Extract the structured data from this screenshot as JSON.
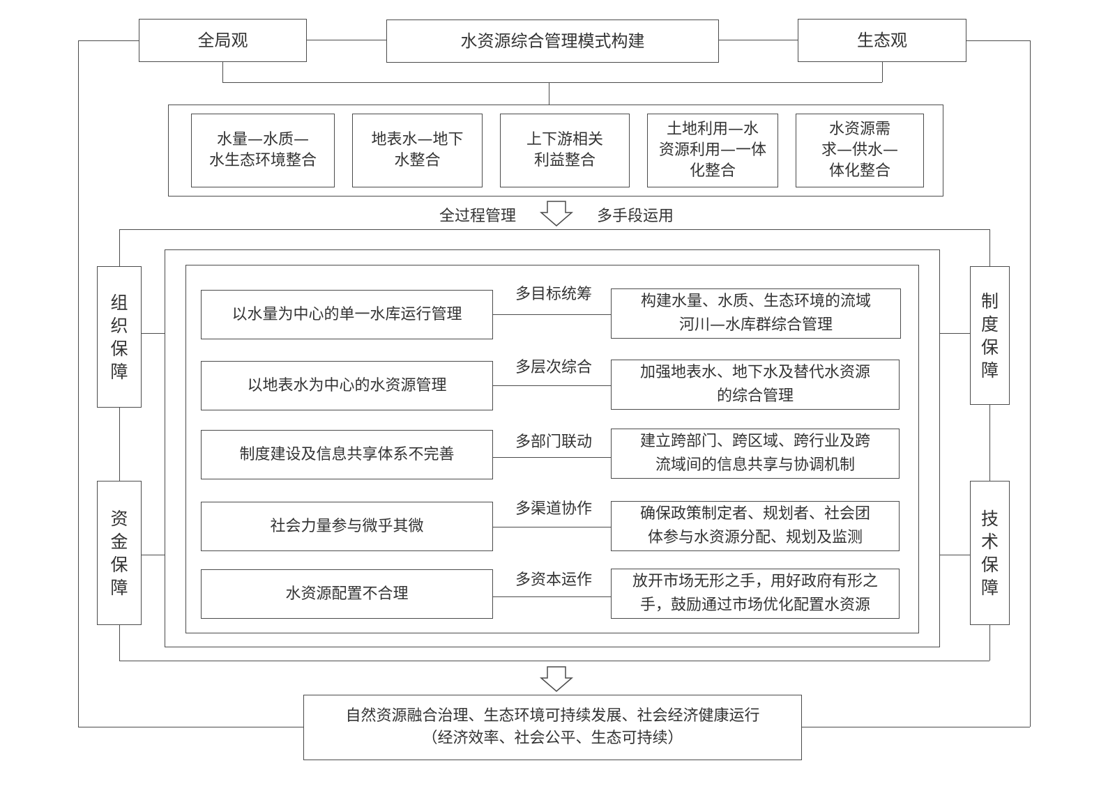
{
  "top": {
    "left": "全局观",
    "center": "水资源综合管理模式构建",
    "right": "生态观"
  },
  "integrations": [
    "水量—水质—\n水生态环境整合",
    "地表水—地下\n水整合",
    "上下游相关\n利益整合",
    "土地利用—水\n资源利用—一体\n化整合",
    "水资源需\n求—供水—\n体化整合"
  ],
  "arrow_labels": {
    "left": "全过程管理",
    "right": "多手段运用"
  },
  "side_supports": {
    "org": "组\n织\n保\n障",
    "fund": "资\n金\n保\n障",
    "system": "制\n度\n保\n障",
    "tech": "技\n术\n保\n障"
  },
  "rows": [
    {
      "problem": "以水量为中心的单一水库运行管理",
      "method": "多目标统筹",
      "solution": "构建水量、水质、生态环境的流域\n河川—水库群综合管理"
    },
    {
      "problem": "以地表水为中心的水资源管理",
      "method": "多层次综合",
      "solution": "加强地表水、地下水及替代水资源\n的综合管理"
    },
    {
      "problem": "制度建设及信息共享体系不完善",
      "method": "多部门联动",
      "solution": "建立跨部门、跨区域、跨行业及跨\n流域间的信息共享与协调机制"
    },
    {
      "problem": "社会力量参与微乎其微",
      "method": "多渠道协作",
      "solution": "确保政策制定者、规划者、社会团\n体参与水资源分配、规划及监测"
    },
    {
      "problem": "水资源配置不合理",
      "method": "多资本运作",
      "solution": "放开市场无形之手，用好政府有形之\n手，鼓励通过市场优化配置水资源"
    }
  ],
  "outcome": {
    "line1": "自然资源融合治理、生态环境可持续发展、社会经济健康运行",
    "line2": "（经济效率、社会公平、生态可持续）"
  }
}
